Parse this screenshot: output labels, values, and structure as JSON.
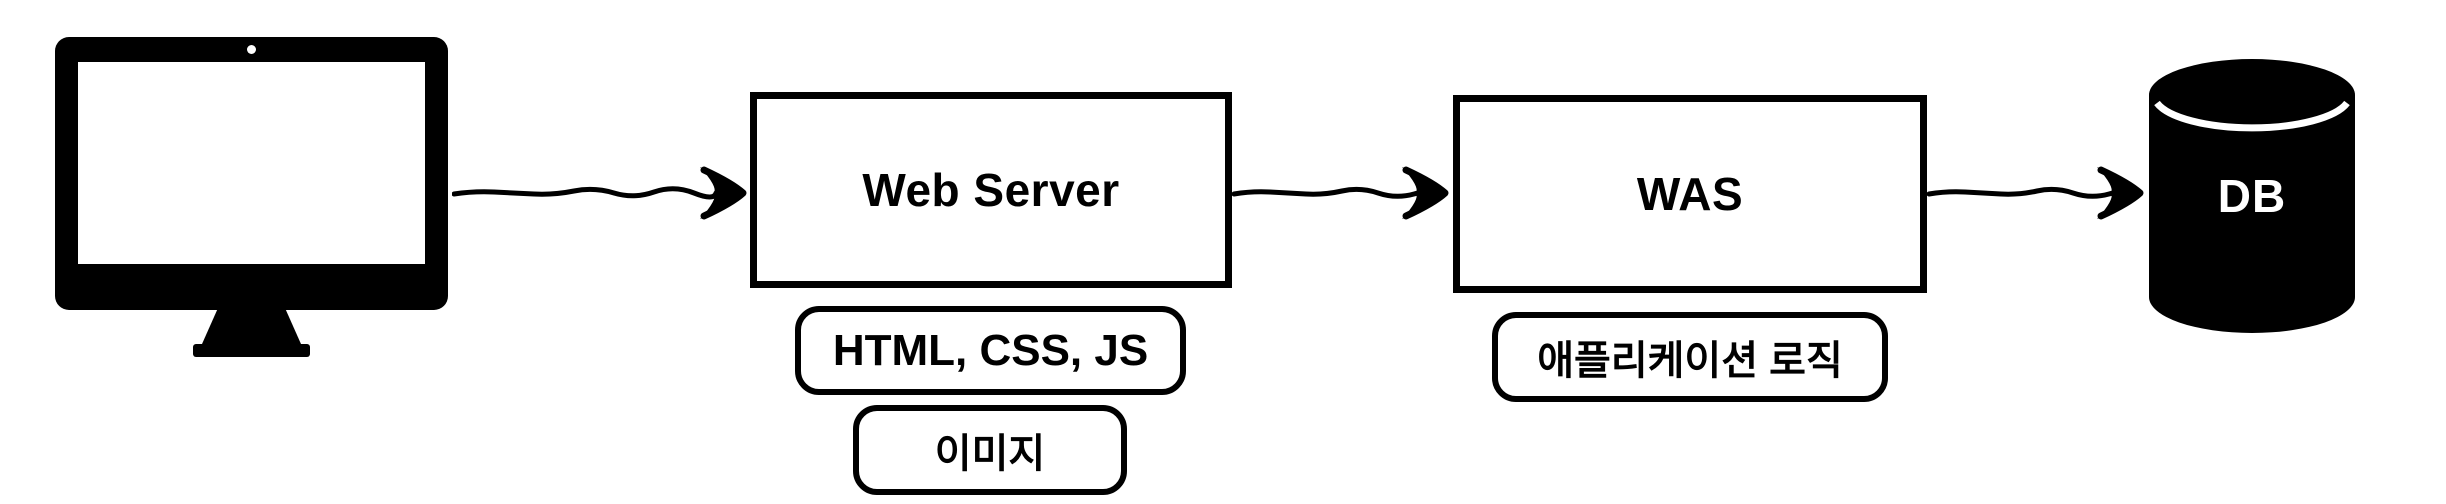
{
  "diagram": {
    "type": "architecture-flow",
    "direction": "left-to-right",
    "colors": {
      "foreground": "#000000",
      "background": "#ffffff"
    },
    "nodes": {
      "client": {
        "icon": "desktop-computer-icon"
      },
      "web_server": {
        "label": "Web Server",
        "serves": [
          "HTML, CSS, JS",
          "이미지"
        ]
      },
      "was": {
        "label": "WAS",
        "serves": [
          "애플리케이션 로직"
        ]
      },
      "db": {
        "label": "DB",
        "icon": "database-cylinder-icon"
      }
    },
    "connections": [
      {
        "from": "client",
        "to": "web_server",
        "style": "sketchy-arrow"
      },
      {
        "from": "web_server",
        "to": "was",
        "style": "sketchy-arrow"
      },
      {
        "from": "was",
        "to": "db",
        "style": "sketchy-arrow"
      }
    ]
  }
}
